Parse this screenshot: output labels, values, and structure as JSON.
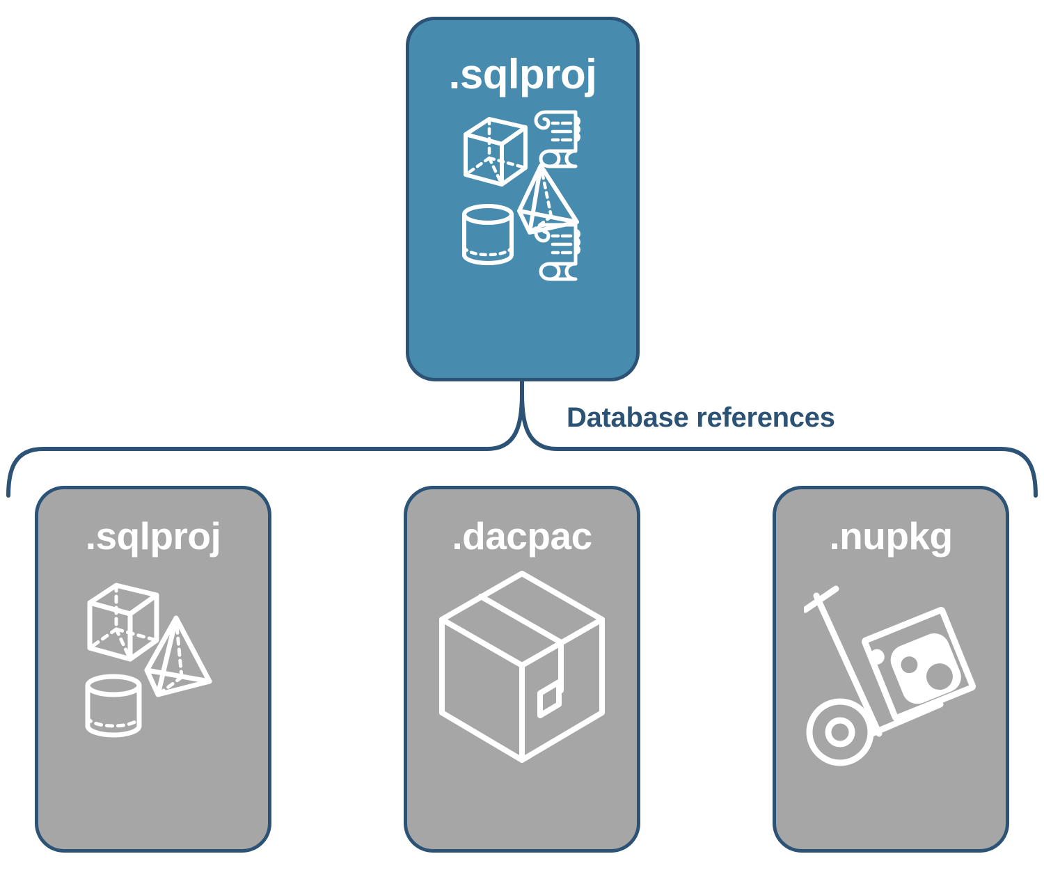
{
  "diagram": {
    "title": "Database references diagram",
    "colors": {
      "accent_fill": "#478caf",
      "node_fill_gray": "#a6a6a6",
      "stroke": "#2c5375",
      "icon": "#ffffff",
      "background": "#ffffff"
    },
    "root": {
      "label": ".sqlproj",
      "fill": "#478caf",
      "icons": [
        "cube-icon",
        "scroll-icon",
        "pyramid-icon",
        "cylinder-icon",
        "scroll-icon"
      ]
    },
    "connector": {
      "label": "Database references",
      "style": "curly-brace",
      "color": "#2c5375"
    },
    "children": [
      {
        "label": ".sqlproj",
        "fill": "#a6a6a6",
        "icons": [
          "cube-icon",
          "pyramid-icon",
          "cylinder-icon"
        ]
      },
      {
        "label": ".dacpac",
        "fill": "#a6a6a6",
        "icons": [
          "package-box-icon"
        ]
      },
      {
        "label": ".nupkg",
        "fill": "#a6a6a6",
        "icons": [
          "hand-truck-icon",
          "nuget-package-icon"
        ]
      }
    ]
  }
}
